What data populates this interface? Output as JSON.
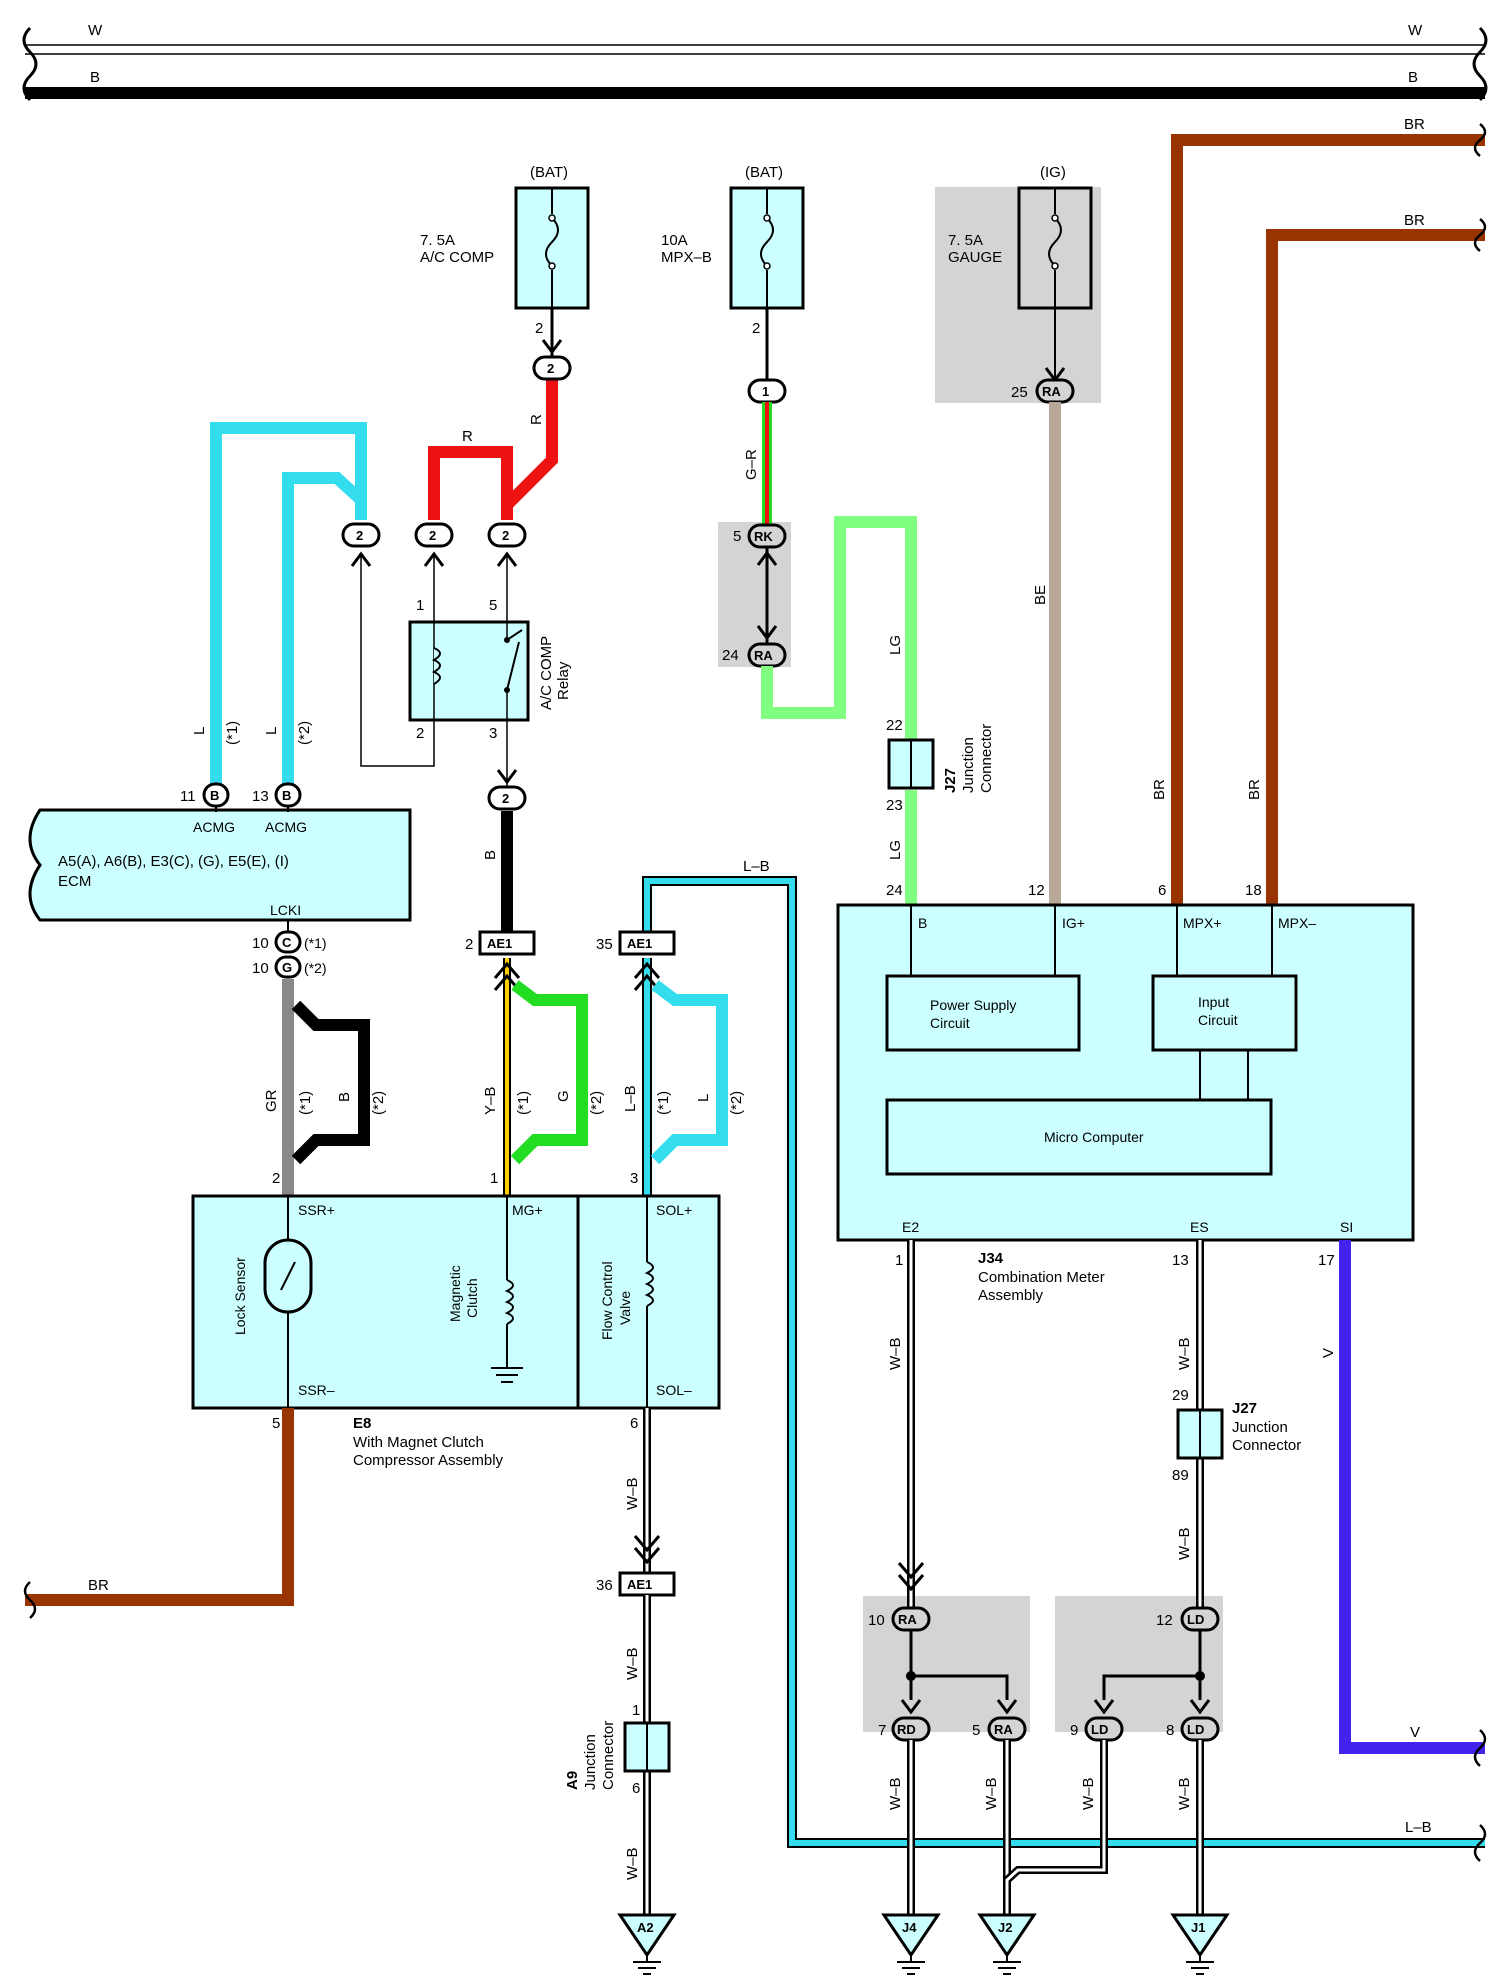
{
  "colors": {
    "cyan": "#33ddee",
    "light_cyan_fill": "#ccffff",
    "red": "#ee1111",
    "brown": "#993300",
    "black": "#000000",
    "beige": "#b8a898",
    "light_green": "#80ff80",
    "green": "#22dd22",
    "yellow": "#ffcc00",
    "gray": "#888888",
    "violet": "#4422ee",
    "shade": "#d4d4d4"
  },
  "bus": {
    "w_label": "W",
    "b_label": "B"
  },
  "fuses": [
    {
      "id": "ac_comp",
      "source": "(BAT)",
      "rating": "7. 5A",
      "name": "A/C COMP",
      "out_pin": "2"
    },
    {
      "id": "mpx_b",
      "source": "(BAT)",
      "rating": "10A",
      "name": "MPX–B",
      "out_pin": "2"
    },
    {
      "id": "gauge",
      "source": "(IG)",
      "rating": "7. 5A",
      "name": "GAUGE"
    }
  ],
  "wires": {
    "r": "R",
    "l": "L",
    "b": "B",
    "gr": "GR",
    "g": "G",
    "yb": "Y–B",
    "lb": "L–B",
    "gr_g": "G–R",
    "lg": "LG",
    "be": "BE",
    "br": "BR",
    "wb": "W–B",
    "v": "V"
  },
  "variants": {
    "v1": "(*1)",
    "v2": "(*2)"
  },
  "connectors": {
    "c2": "2",
    "c1": "1",
    "rk": "RK",
    "ra": "RA",
    "ae1": "AE1",
    "b": "B",
    "c": "C",
    "g": "G",
    "rd": "RD",
    "ld": "LD"
  },
  "pins": {
    "p1": "1",
    "p2": "2",
    "p3": "3",
    "p5": "5",
    "p6": "6",
    "p10": "10",
    "p11": "11",
    "p12": "12",
    "p13": "13",
    "p17": "17",
    "p18": "18",
    "p22": "22",
    "p23": "23",
    "p24": "24",
    "p25": "25",
    "p29": "29",
    "p35": "35",
    "p36": "36",
    "p89": "89",
    "p7": "7",
    "p8": "8",
    "p9": "9"
  },
  "relay": {
    "name_line1": "A/C COMP",
    "name_line2": "Relay"
  },
  "ecm": {
    "line1": "A5(A), A6(B), E3(C), (G), E5(E), (I)",
    "line2": "ECM",
    "term_acmg": "ACMG",
    "term_lcki": "LCKI"
  },
  "compressor": {
    "id": "E8",
    "line1": "With Magnet Clutch",
    "line2": "Compressor Assembly",
    "lock_sensor": "Lock Sensor",
    "magnetic": "Magnetic",
    "clutch": "Clutch",
    "flow_control": "Flow Control",
    "valve": "Valve",
    "t_ssr_p": "SSR+",
    "t_ssr_m": "SSR–",
    "t_mg_p": "MG+",
    "t_sol_p": "SOL+",
    "t_sol_m": "SOL–"
  },
  "meter": {
    "id": "J34",
    "line1": "Combination Meter",
    "line2": "Assembly",
    "t_b": "B",
    "t_ig": "IG+",
    "t_mpxp": "MPX+",
    "t_mpxm": "MPX–",
    "t_e2": "E2",
    "t_es": "ES",
    "t_si": "SI",
    "power_line1": "Power Supply",
    "power_line2": "Circuit",
    "input_line1": "Input",
    "input_line2": "Circuit",
    "micro": "Micro Computer"
  },
  "junctions": {
    "j27": "J27",
    "a9": "A9",
    "jc_line1": "Junction",
    "jc_line2": "Connector"
  },
  "grounds": [
    "A2",
    "J4",
    "J2",
    "J1"
  ]
}
